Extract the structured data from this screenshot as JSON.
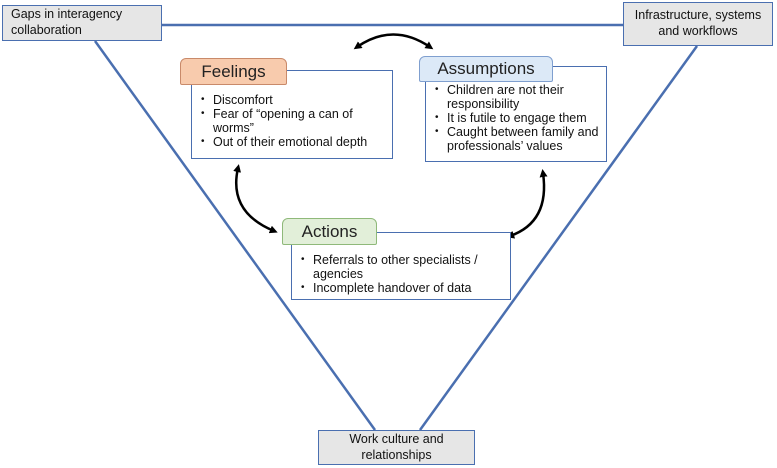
{
  "corners": {
    "top_left": "Gaps in interagency collaboration",
    "top_right": "Infrastructure, systems and workflows",
    "bottom": "Work culture and relationships"
  },
  "feelings": {
    "title": "Feelings",
    "items": [
      "Discomfort",
      "Fear of “opening a can of worms”",
      "Out of their emotional depth"
    ],
    "color": "#f8cbad"
  },
  "assumptions": {
    "title": "Assumptions",
    "items": [
      "Children are not their responsibility",
      "It is futile to engage them",
      "Caught between family and professionals’ values"
    ],
    "color": "#dce9f7"
  },
  "actions": {
    "title": "Actions",
    "items": [
      "Referrals to other specialists / agencies",
      "Incomplete handover of data"
    ],
    "color": "#e2efd9"
  },
  "line_color": "#4a6fb0"
}
